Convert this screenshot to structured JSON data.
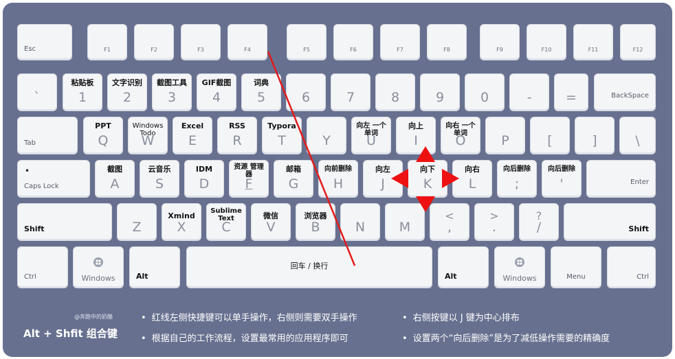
{
  "keys": {
    "esc": "Esc",
    "f1": "F1",
    "f2": "F2",
    "f3": "F3",
    "f4": "F4",
    "f5": "F5",
    "f6": "F6",
    "f7": "F7",
    "f8": "F8",
    "f9": "F9",
    "f10": "F10",
    "f11": "F11",
    "f12": "F12",
    "backtick": "`",
    "n1": "1",
    "n2": "2",
    "n3": "3",
    "n4": "4",
    "n5": "5",
    "n6": "6",
    "n7": "7",
    "n8": "8",
    "n9": "9",
    "n0": "0",
    "minus": "-",
    "equal": "=",
    "backspace": "BackSpace",
    "tab": "Tab",
    "q": "Q",
    "w": "W",
    "e": "E",
    "r": "R",
    "t": "T",
    "y": "Y",
    "u": "U",
    "i": "I",
    "o": "O",
    "p": "P",
    "lbracket": "[",
    "rbracket": "]",
    "backslash": "\\",
    "capslock": "Caps Lock",
    "a": "A",
    "s": "S",
    "d": "D",
    "f": "F",
    "g": "G",
    "h": "H",
    "j": "J",
    "k": "K",
    "l": "L",
    "semicolon": ";",
    "quote": "'",
    "enter": "Enter",
    "shift": "Shift",
    "z": "Z",
    "x": "X",
    "c": "C",
    "v": "V",
    "b": "B",
    "n": "N",
    "m": "M",
    "lt": "<",
    "comma": ",",
    "gt": ">",
    "period": ".",
    "question": "?",
    "slash": "/",
    "ctrl": "Ctrl",
    "windows": "Windows",
    "alt": "Alt",
    "menu": "Menu",
    "space": "回车 / 换行"
  },
  "shortcuts": {
    "n1": "粘贴板",
    "n2": "文字识别",
    "n3": "截图工具",
    "n4": "GIF截图",
    "n5": "词典",
    "q": "PPT",
    "w": "Windows Todo",
    "e": "Excel",
    "r": "RSS",
    "t": "Typora",
    "u": "向左 一个单词",
    "i": "向上",
    "o": "向右 一个单词",
    "a": "截图",
    "s": "云音乐",
    "d": "IDM",
    "f": "资源 管理器",
    "g": "邮箱",
    "h": "向前删除",
    "j": "向左",
    "k": "向下",
    "l": "向右",
    "semicolon": "向后删除",
    "quote": "向后删除",
    "x": "Xmind",
    "c": "Sublime Text",
    "v": "微信",
    "b": "浏览器"
  },
  "footer": {
    "watermark": "@奔跑中的奶酪",
    "title": "Alt + Shfit 组合键",
    "notes": [
      "红线左侧快捷键可以单手操作，右侧则需要双手操作",
      "根据自己的工作流程，设置最常用的应用程序即可",
      "右侧按键以 J 键为中心排布",
      "设置两个“向后删除”是为了减低操作需要的精确度"
    ]
  },
  "colors": {
    "board": "#67708f",
    "key": "#f4f5f7",
    "divider_line": "#e31b1b",
    "arrows": "#ee1111"
  },
  "icons": [
    "windows-icon",
    "arrow-up-icon",
    "arrow-down-icon",
    "arrow-left-icon",
    "arrow-right-icon"
  ]
}
